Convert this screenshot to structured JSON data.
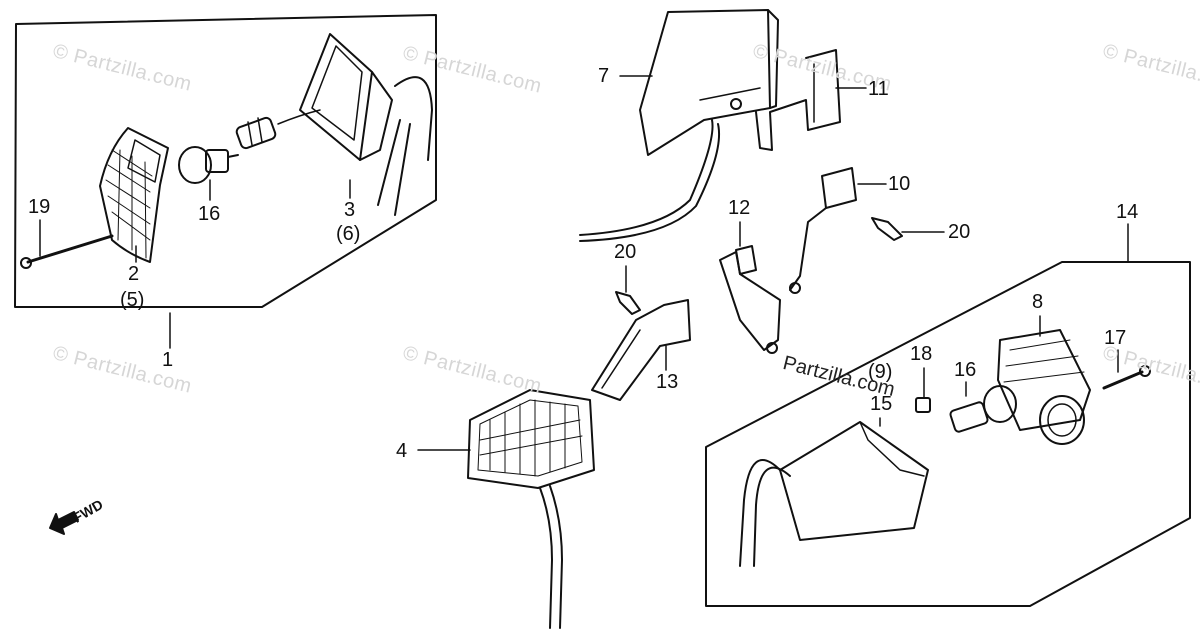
{
  "watermark": "© Partzilla.com",
  "watermark_inline": "Partzilla.com",
  "direction": "FWD",
  "callouts": {
    "c1": "1",
    "c2": "2",
    "c2_sub": "(5)",
    "c3": "3",
    "c3_sub": "(6)",
    "c4": "4",
    "c7": "7",
    "c8": "8",
    "c9_sub": "(9)",
    "c10": "10",
    "c11": "11",
    "c12": "12",
    "c13": "13",
    "c14": "14",
    "c15": "15",
    "c16a": "16",
    "c16b": "16",
    "c17": "17",
    "c18": "18",
    "c19": "19",
    "c20a": "20",
    "c20b": "20"
  }
}
